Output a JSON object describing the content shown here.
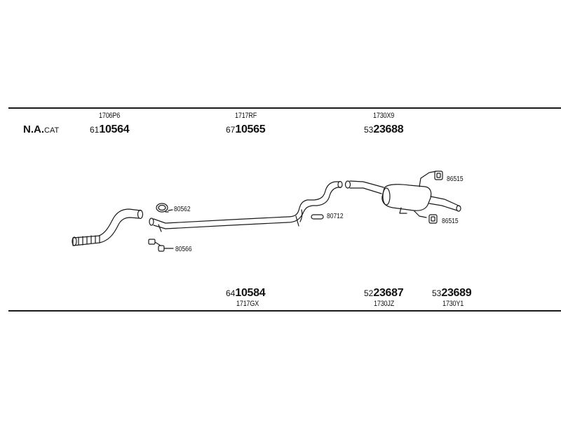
{
  "title": {
    "bold": "N.A.",
    "small": "CAT"
  },
  "parts_top": [
    {
      "ref": "1706P6",
      "prefix": "61",
      "num": "10564"
    },
    {
      "ref": "1717RF",
      "prefix": "67",
      "num": "10565"
    },
    {
      "ref": "1730X9",
      "prefix": "53",
      "num": "23688"
    }
  ],
  "parts_bottom": [
    {
      "prefix": "64",
      "num": "10584",
      "ref": "1717GX"
    },
    {
      "prefix": "52",
      "num": "23687",
      "ref": "1730JZ"
    },
    {
      "prefix": "53",
      "num": "23689",
      "ref": "1730Y1"
    }
  ],
  "callouts": {
    "clamp": "80562",
    "bracket": "80566",
    "gasket": "80712",
    "mount_top": "86515",
    "mount_bottom": "86515"
  }
}
